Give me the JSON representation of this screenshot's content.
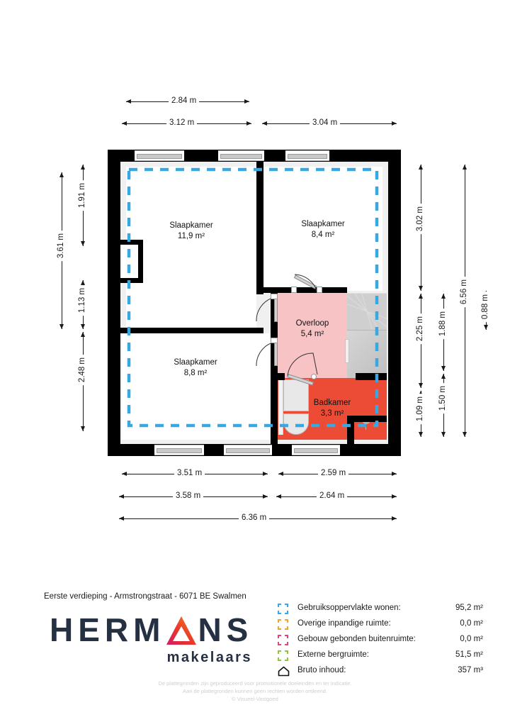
{
  "plan": {
    "title": "Eerste verdieping - Armstrongstraat - 6071 BE Swalmen",
    "rooms": [
      {
        "name": "Slaapkamer",
        "area": "11,9  m²",
        "color": "#ffffff"
      },
      {
        "name": "Slaapkamer",
        "area": "8,4 m²",
        "color": "#ffffff"
      },
      {
        "name": "Slaapkamer",
        "area": "8,8 m²",
        "color": "#ffffff"
      },
      {
        "name": "Overloop",
        "area": "5,4 m²",
        "color": "#f7c3c5"
      },
      {
        "name": "Badkamer",
        "area": "3,3 m²",
        "color": "#ec4b36"
      }
    ],
    "dimensions": {
      "top": [
        {
          "label": "2.84 m"
        },
        {
          "label": "3.12 m"
        },
        {
          "label": "3.04 m"
        }
      ],
      "bottom": [
        {
          "label": "3.51 m"
        },
        {
          "label": "2.59 m"
        },
        {
          "label": "3.58 m"
        },
        {
          "label": "2.64 m"
        },
        {
          "label": "6.36 m"
        }
      ],
      "left": [
        {
          "label": "3.61 m"
        },
        {
          "label": "1.91 m"
        },
        {
          "label": "1.13 m"
        },
        {
          "label": "2.48 m"
        }
      ],
      "right": [
        {
          "label": "3.02 m"
        },
        {
          "label": "2.25 m"
        },
        {
          "label": "1.09 m"
        },
        {
          "label": "1.88 m"
        },
        {
          "label": "1.50 m"
        },
        {
          "label": "6.56 m"
        },
        {
          "label": "0.88 m"
        }
      ]
    },
    "gbo_dash_color": "#3aa8e0"
  },
  "branding": {
    "name_part1": "HERM",
    "name_part2": "NS",
    "subtitle": "makelaars",
    "wordmark_color": "#253142",
    "triangle_colors": {
      "left": "#d31b63",
      "right": "#f5881f",
      "bottom": "#e8352b"
    }
  },
  "legend": {
    "rows": [
      {
        "label": "Gebruiksoppervlakte wonen:",
        "value": "95,2 m²",
        "color": "#3aa8e0",
        "icon": "bracket-icon"
      },
      {
        "label": "Overige inpandige ruimte:",
        "value": "0,0 m²",
        "color": "#f0a330",
        "icon": "bracket-icon"
      },
      {
        "label": "Gebouw gebonden buitenruimte:",
        "value": "0,0 m²",
        "color": "#e0457f",
        "icon": "bracket-icon"
      },
      {
        "label": "Externe bergruimte:",
        "value": "51,5 m²",
        "color": "#8dc63f",
        "icon": "bracket-icon"
      },
      {
        "label": "Bruto inhoud:",
        "value": "357 m³",
        "color": "#111111",
        "icon": "house-icon"
      }
    ]
  },
  "disclaimer": {
    "line1": "De plattegronden zijn geproduceerd voor promotionele doeleinden en ter indicatie.",
    "line2": "Aan de plattegronden kunnen geen rechten worden ontleend.",
    "line3": "© Visueel-Vastgoed"
  }
}
